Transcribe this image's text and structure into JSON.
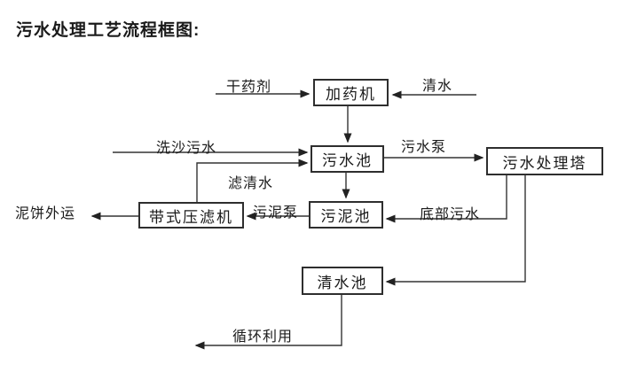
{
  "title": "污水处理工艺流程框图:",
  "nodes": {
    "dosing_machine": "加药机",
    "sewage_pool": "污水池",
    "sewage_treatment_tower": "污水处理塔",
    "sludge_pool": "污泥池",
    "belt_filter_press": "带式压滤机",
    "clear_water_pool": "清水池"
  },
  "edge_labels": {
    "dry_agent": "干药剂",
    "clear_water": "清水",
    "sand_washing_sewage": "洗沙污水",
    "sewage_pump": "污水泵",
    "filtered_water": "滤清水",
    "sludge_pump": "污泥泵",
    "bottom_sewage": "底部污水",
    "mud_cake_out": "泥饼外运",
    "recycle_use": "循环利用"
  },
  "flows": [
    {
      "from": "干药剂(外部)",
      "to": "加药机",
      "label": "干药剂"
    },
    {
      "from": "清水(外部)",
      "to": "加药机",
      "label": "清水"
    },
    {
      "from": "加药机",
      "to": "污水池",
      "label": ""
    },
    {
      "from": "洗沙污水(外部)",
      "to": "污水池",
      "label": "洗沙污水"
    },
    {
      "from": "带式压滤机",
      "to": "污水池",
      "label": "滤清水"
    },
    {
      "from": "污水池",
      "to": "污水处理塔",
      "label": "污水泵"
    },
    {
      "from": "污水池",
      "to": "污泥池",
      "label": ""
    },
    {
      "from": "污水处理塔",
      "to": "污泥池",
      "label": "底部污水"
    },
    {
      "from": "污泥池",
      "to": "带式压滤机",
      "label": "污泥泵"
    },
    {
      "from": "带式压滤机",
      "to": "泥饼外运",
      "label": "泥饼外运"
    },
    {
      "from": "污水处理塔",
      "to": "清水池",
      "label": ""
    },
    {
      "from": "清水池",
      "to": "循环利用",
      "label": "循环利用"
    }
  ],
  "colors": {
    "background": "#ffffff",
    "line": "#333333",
    "box_border": "#2e2e2e",
    "text": "#1a1a1a"
  }
}
